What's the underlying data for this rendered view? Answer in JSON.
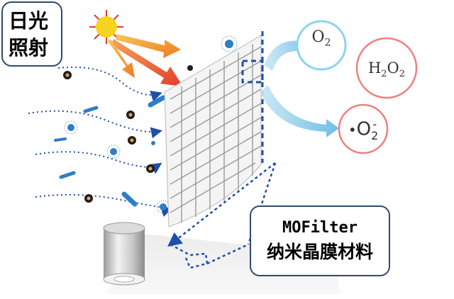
{
  "labels": {
    "sunlight_line1": "日光",
    "sunlight_line2": "照射",
    "filter_line1": "MOFilter",
    "filter_line2": "纳米晶膜材料"
  },
  "species": {
    "oxygen": {
      "base": "O",
      "sub": "2"
    },
    "hydrogen_peroxide": {
      "b1": "H",
      "s1": "2",
      "b2": "O",
      "s2": "2"
    },
    "superoxide": {
      "dot": "•",
      "base": "O",
      "sub": "2",
      "sup": "-"
    }
  },
  "colors": {
    "sun": "#f5d320",
    "sun_ray": "#e63a2d",
    "arrow_orange": "#f07820",
    "arrow_red": "#e53a2a",
    "dotted_blue": "#1f4fa8",
    "o2_circle": "#8fd3ee",
    "h2o2_circle": "#ef7f80",
    "label_border": "#2f4a6e",
    "particle_dark": "#1e1e1e",
    "particle_orange": "#f0a34a",
    "fiber_blue": "#2f7dc4"
  },
  "icons": [
    "sun-icon",
    "light-arrow-icon",
    "particle-icon",
    "fiber-icon",
    "virus-icon",
    "filter-mesh-icon",
    "filter-cartridge-icon"
  ]
}
